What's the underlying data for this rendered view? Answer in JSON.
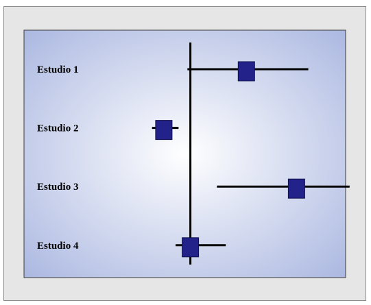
{
  "chart_data": {
    "type": "scatter",
    "subtype": "forest-plot",
    "title": "",
    "xlabel": "",
    "ylabel": "",
    "xlim": [
      0,
      1
    ],
    "reference_line_x": 0.32,
    "grid": false,
    "legend": null,
    "studies": [
      {
        "label": "Estudio 1",
        "estimate": 0.51,
        "ci_low": 0.31,
        "ci_high": 0.72
      },
      {
        "label": "Estudio 2",
        "estimate": 0.23,
        "ci_low": 0.19,
        "ci_high": 0.28
      },
      {
        "label": "Estudio 3",
        "estimate": 0.68,
        "ci_low": 0.41,
        "ci_high": 0.86
      },
      {
        "label": "Estudio 4",
        "estimate": 0.32,
        "ci_low": 0.27,
        "ci_high": 0.44
      }
    ]
  },
  "colors": {
    "frame_background": "#e6e6e6",
    "panel_center": "#ffffff",
    "panel_edge": "#a9b6e0",
    "panel_border": "#3a3a3a",
    "line": "#000000",
    "marker_fill": "#22228a",
    "marker_stroke": "#10104a",
    "label_text": "#000000"
  }
}
